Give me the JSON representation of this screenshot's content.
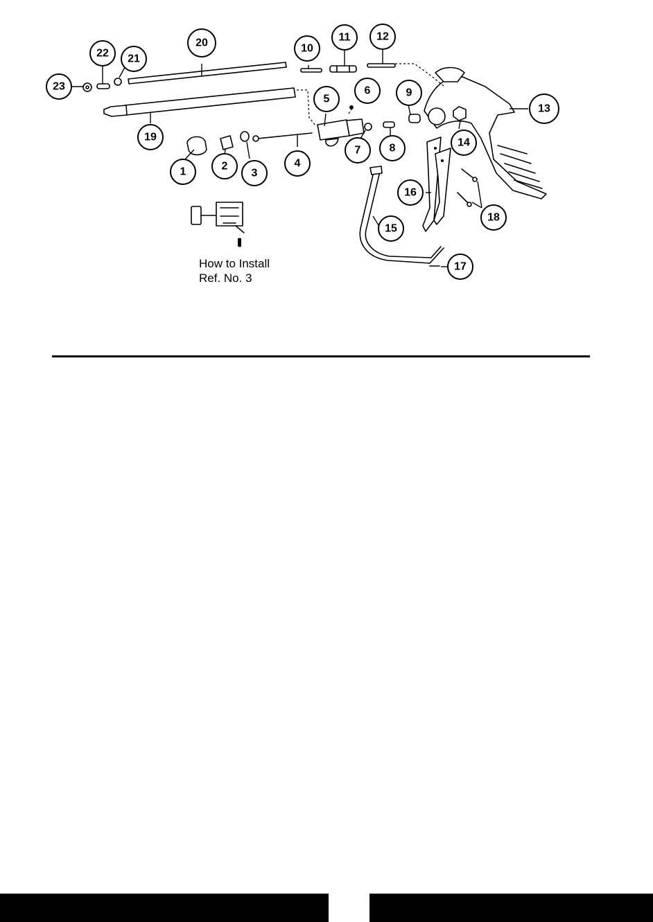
{
  "diagram": {
    "callouts": [
      "1",
      "2",
      "3",
      "4",
      "5",
      "6",
      "7",
      "8",
      "9",
      "10",
      "11",
      "12",
      "13",
      "14",
      "15",
      "16",
      "17",
      "18",
      "19",
      "20",
      "21",
      "22",
      "23"
    ],
    "install_note": {
      "line1": "How to Install",
      "line2": "Ref. No. 3"
    }
  }
}
